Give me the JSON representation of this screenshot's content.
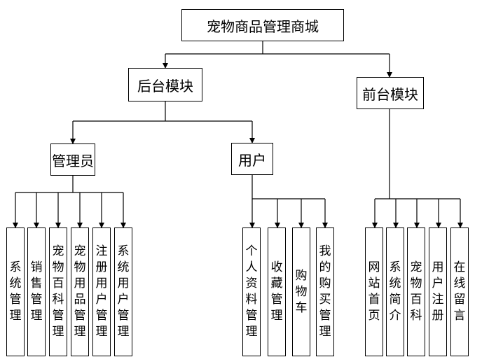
{
  "diagram": {
    "root": "宠物商品管理商城",
    "backend": {
      "label": "后台模块",
      "admin": {
        "label": "管理员",
        "items": [
          "系统管理",
          "销售管理",
          "宠物百科管理",
          "宠物用品管理",
          "注册用户管理",
          "系统用户管理"
        ]
      },
      "user": {
        "label": "用户",
        "items": [
          "个人资料管理",
          "收藏管理",
          "购物车",
          "我的购买管理"
        ]
      }
    },
    "frontend": {
      "label": "前台模块",
      "items": [
        "网站首页",
        "系统简介",
        "宠物百科",
        "用户注册",
        "在线留言"
      ]
    }
  },
  "colors": {
    "line": "#000000",
    "box_border": "#000000",
    "background": "#ffffff"
  }
}
